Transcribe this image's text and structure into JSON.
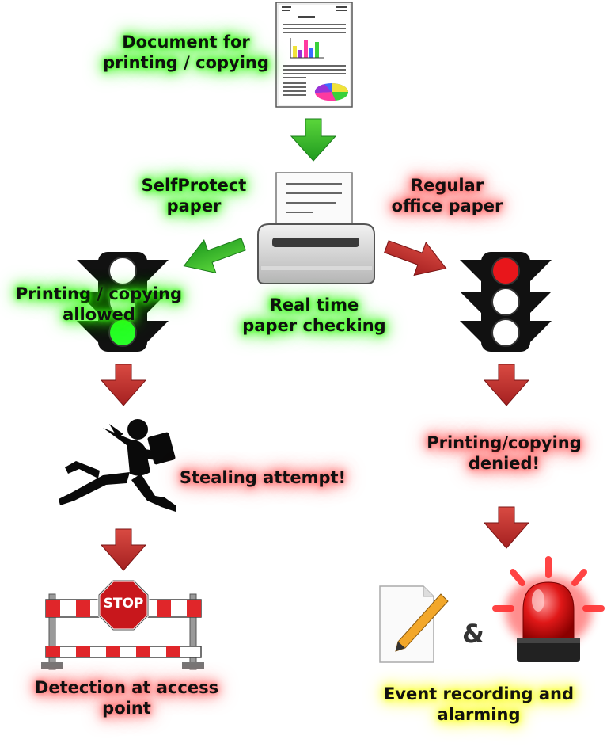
{
  "labels": {
    "document": [
      "Document for",
      "printing / copying"
    ],
    "selfprotect": [
      "SelfProtect",
      "paper"
    ],
    "regular": [
      "Regular",
      "office paper"
    ],
    "allowed": [
      "Printing / copying",
      "allowed"
    ],
    "checking": [
      "Real time",
      "paper checking"
    ],
    "stealing": "Stealing attempt!",
    "denied": [
      "Printing/copying",
      "denied!"
    ],
    "detection": [
      "Detection at access",
      "point"
    ],
    "event": [
      "Event recording and",
      "alarming"
    ],
    "ampersand": "&",
    "stop": "STOP"
  },
  "colors": {
    "green_arrow": "#2db82d",
    "red_arrow": "#c0302b",
    "glow_green": "#39ff14",
    "glow_red": "#ff6b6b",
    "glow_yellow": "#f3ff00",
    "light_red": "#e8161b",
    "light_green": "#29ff29",
    "barrier_red": "#e0262a"
  },
  "icons": [
    "document-icon",
    "printer-icon",
    "traffic-light-green-icon",
    "traffic-light-red-icon",
    "running-thief-icon",
    "stop-barrier-icon",
    "notepad-pencil-icon",
    "alarm-beacon-icon"
  ]
}
